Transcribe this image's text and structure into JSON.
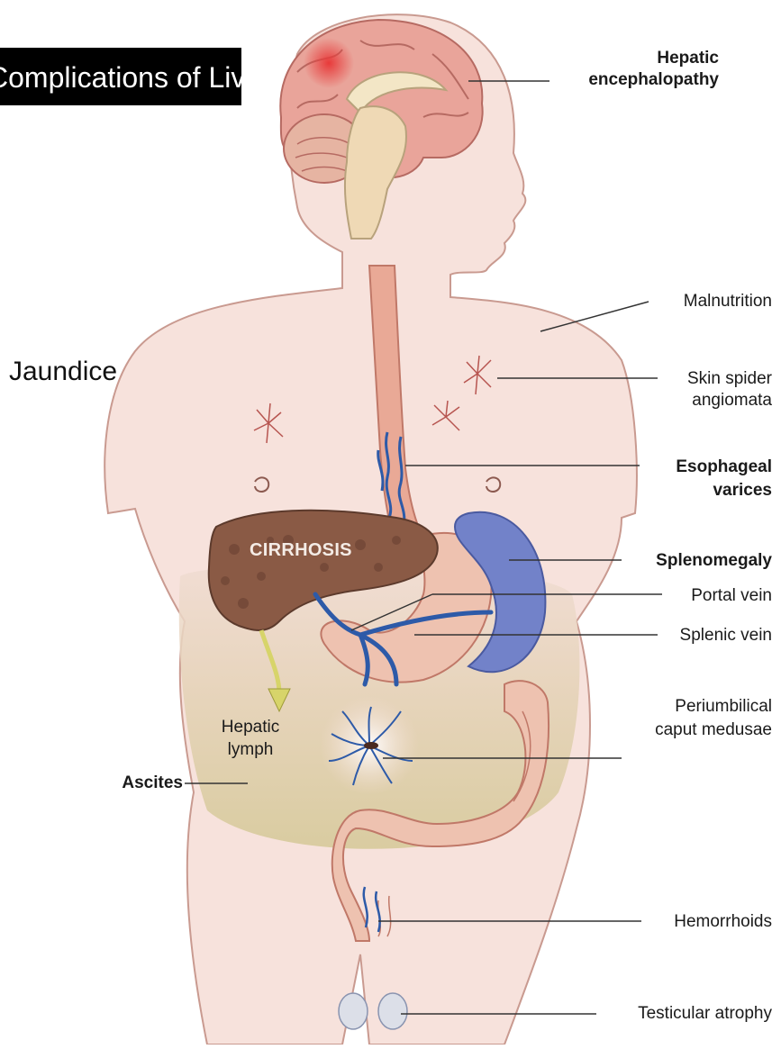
{
  "title": "Complications of Liver Cirrhosis",
  "overlay_label": "Jaundice",
  "labels": {
    "hepatic": "Hepatic",
    "encephalopathy": "encephalopathy",
    "malnutrition": "Malnutrition",
    "skin_spider": "Skin spider",
    "angiomata": "angiomata",
    "esophageal": "Esophageal",
    "varices": "varices",
    "splenomegaly": "Splenomegaly",
    "portal_vein": "Portal vein",
    "splenic_vein": "Splenic vein",
    "periumbilical": "Periumbilical",
    "caput_medusae": "caput medusae",
    "hemorrhoids": "Hemorrhoids",
    "testicular_atrophy": "Testicular atrophy",
    "ascites": "Ascites",
    "hepatic_lymph_1": "Hepatic",
    "hepatic_lymph_2": "lymph",
    "cirrhosis": "CIRRHOSIS"
  },
  "colors": {
    "skin": "#f7e2dc",
    "skin_outline": "#c99a90",
    "brain": "#e9a49a",
    "liver": "#8a5a45",
    "spleen": "#7282c9",
    "vein": "#2d5aa8",
    "esophagus": "#e9a996",
    "ascites": "#d8cd9e",
    "lymph_arrow": "#d7d46a"
  }
}
